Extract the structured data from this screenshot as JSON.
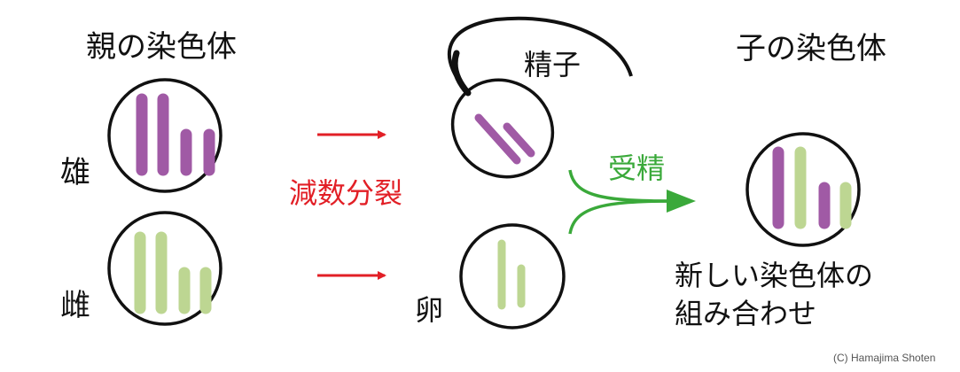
{
  "headings": {
    "parent": "親の染色体",
    "child": "子の染色体"
  },
  "labels": {
    "male": "雄",
    "female": "雌",
    "meiosis": "減数分裂",
    "sperm": "精子",
    "egg": "卵",
    "fertilization": "受精",
    "new_combination_line1": "新しい染色体の",
    "new_combination_line2": "組み合わせ"
  },
  "copyright": "(C) Hamajima Shoten",
  "colors": {
    "paternal": "#a05aa5",
    "maternal": "#bdd692",
    "arrow_red": "#e21f26",
    "arrow_green": "#3aa93a",
    "outline": "#111111"
  }
}
